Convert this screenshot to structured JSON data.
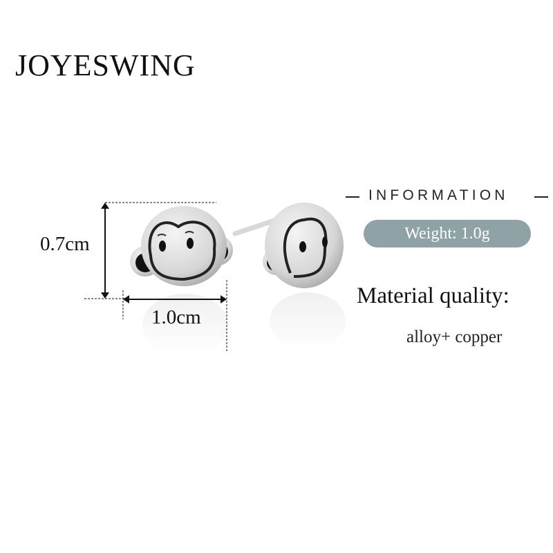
{
  "brand": {
    "logo_text": "JOYESWING"
  },
  "info": {
    "heading": "INFORMATION",
    "weight": "Weight: 1.0g",
    "material_label": "Material quality:",
    "material_value": "alloy+ copper"
  },
  "dimensions": {
    "height": "0.7cm",
    "width": "1.0cm"
  },
  "colors": {
    "pill": "#8fa3a6",
    "text": "#111111"
  }
}
